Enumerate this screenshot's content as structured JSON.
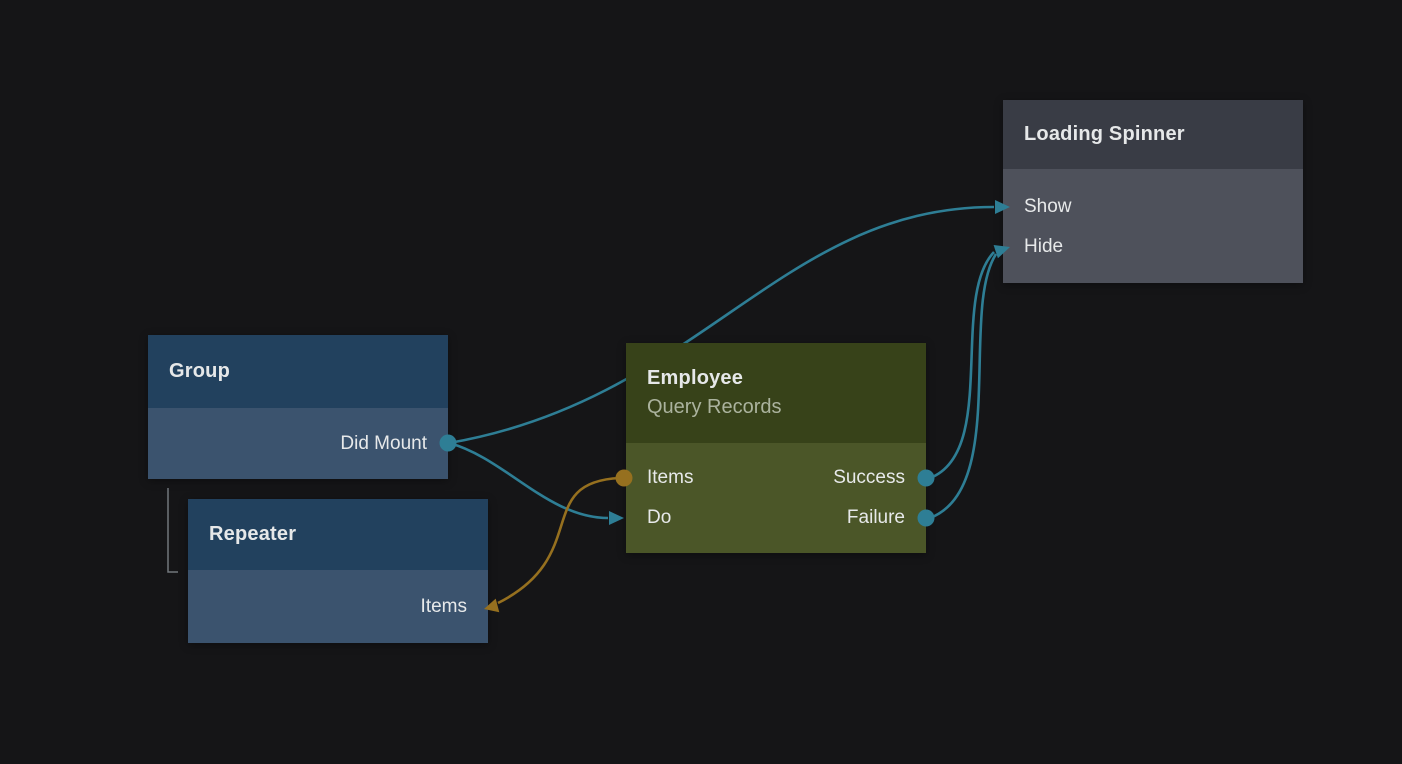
{
  "colors": {
    "canvas_background": "#151517",
    "blue_node_header": "#22415e",
    "blue_node_body": "#3b536e",
    "green_node_header": "#374219",
    "green_node_body": "#4b5628",
    "gray_node_header": "#393c45",
    "gray_node_body": "#4e515b",
    "wire_teal": "#2e7e95",
    "wire_orange": "#96701f",
    "hierarchy_line_gray": "#71767c"
  },
  "nodes": {
    "group": {
      "title": "Group",
      "ports": {
        "did_mount": "Did Mount"
      }
    },
    "repeater": {
      "title": "Repeater",
      "ports": {
        "items": "Items"
      }
    },
    "employee": {
      "title": "Employee",
      "subtitle": "Query Records",
      "ports": {
        "items": "Items",
        "do": "Do",
        "success": "Success",
        "failure": "Failure"
      }
    },
    "loading_spinner": {
      "title": "Loading Spinner",
      "ports": {
        "show": "Show",
        "hide": "Hide"
      }
    }
  },
  "edges": [
    {
      "from": "Group.Did Mount",
      "to": "Employee.Do",
      "color": "teal"
    },
    {
      "from": "Group.Did Mount",
      "to": "Loading Spinner.Show",
      "color": "teal"
    },
    {
      "from": "Employee.Items",
      "to": "Repeater.Items",
      "color": "orange"
    },
    {
      "from": "Employee.Success",
      "to": "Loading Spinner.Hide",
      "color": "teal"
    },
    {
      "from": "Employee.Failure",
      "to": "Loading Spinner.Hide",
      "color": "teal"
    }
  ],
  "hierarchy": [
    {
      "parent": "Group",
      "child": "Repeater"
    }
  ]
}
